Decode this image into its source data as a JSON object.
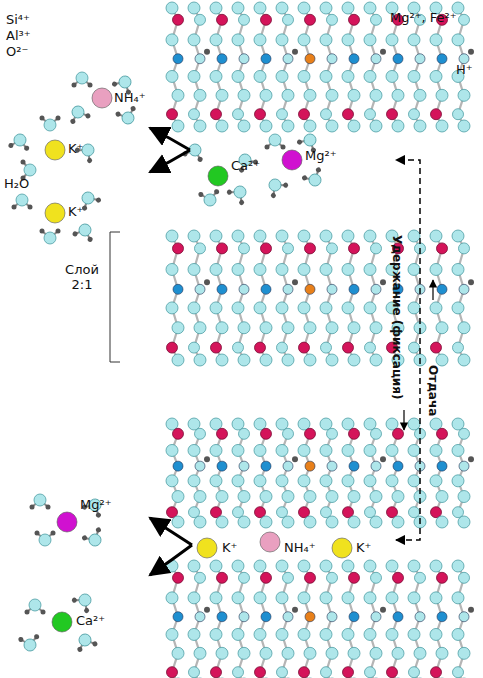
{
  "diagram": {
    "labels": [
      "Si⁴⁺",
      "Mg²⁺, Fe²⁺",
      "Al³⁺",
      "O²⁻",
      "H⁺",
      "NH₄⁺",
      "K⁺",
      "Ca²⁺",
      "Mg²⁺",
      "H₂O",
      "K⁺",
      "Слой 2:1",
      "Удержание (фиксация)",
      "Отдача",
      "Mg²⁺",
      "Ca²⁺",
      "K⁺",
      "NH₄⁺",
      "K⁺"
    ]
  }
}
